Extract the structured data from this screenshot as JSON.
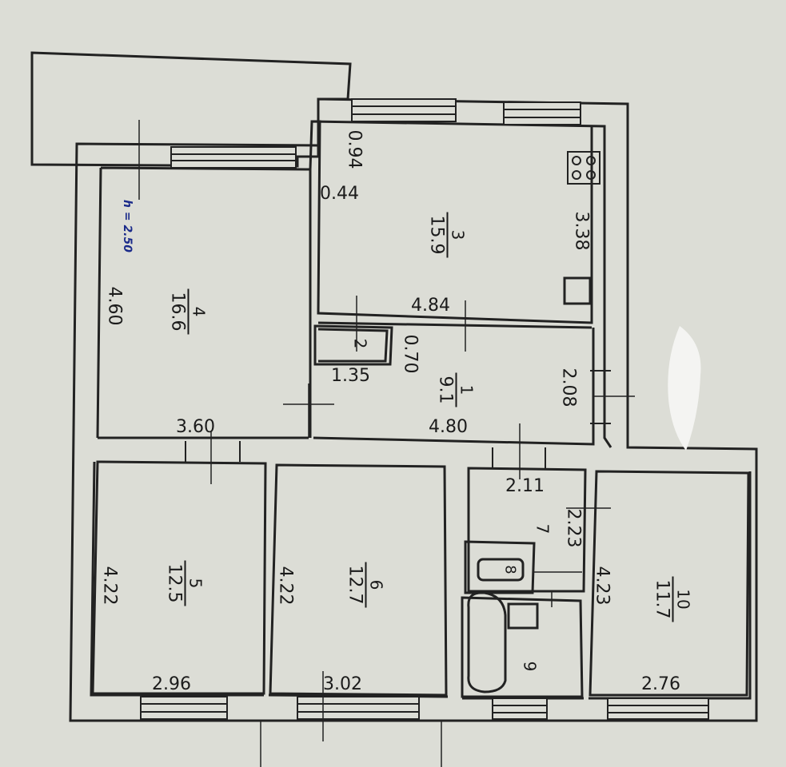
{
  "plan": {
    "height_note": "h = 2.50",
    "rooms": [
      {
        "id": "room-1",
        "number": "1",
        "area": "9.1"
      },
      {
        "id": "room-2",
        "number": "2",
        "area": ""
      },
      {
        "id": "room-3",
        "number": "3",
        "area": "15.9"
      },
      {
        "id": "room-4",
        "number": "4",
        "area": "16.6"
      },
      {
        "id": "room-5",
        "number": "5",
        "area": "12.5"
      },
      {
        "id": "room-6",
        "number": "6",
        "area": "12.7"
      },
      {
        "id": "room-7",
        "number": "7",
        "area": ""
      },
      {
        "id": "room-8",
        "number": "8",
        "area": ""
      },
      {
        "id": "room-9",
        "number": "9",
        "area": ""
      },
      {
        "id": "room-10",
        "number": "10",
        "area": "11.7"
      }
    ],
    "dimensions": {
      "d_094": "0.94",
      "d_044": "0.44",
      "d_338": "3.38",
      "d_460": "4.60",
      "d_484": "4.84",
      "d_070": "0.70",
      "d_135": "1.35",
      "d_208": "2.08",
      "d_360": "3.60",
      "d_480": "4.80",
      "d_211": "2.11",
      "d_223": "2.23",
      "d_422a": "4.22",
      "d_422b": "4.22",
      "d_423": "4.23",
      "d_296": "2.96",
      "d_302": "3.02",
      "d_276": "2.76"
    }
  }
}
